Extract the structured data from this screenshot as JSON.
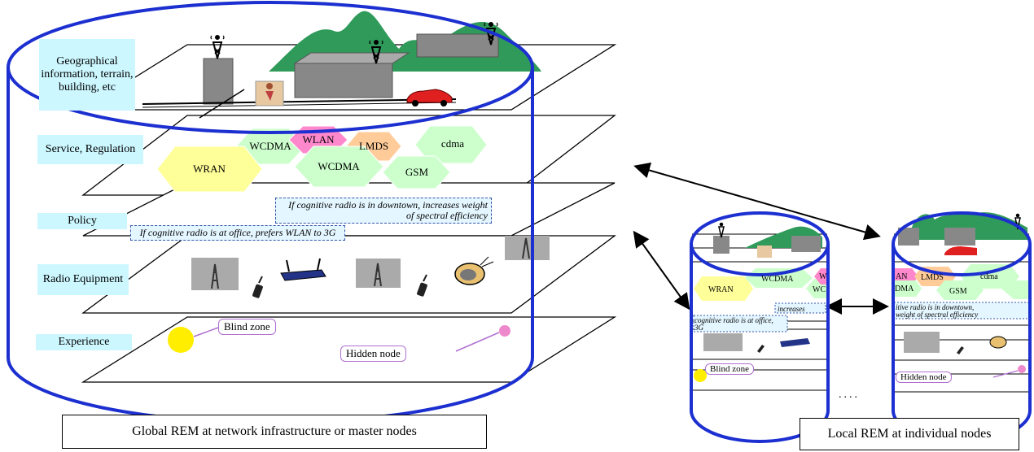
{
  "global_rem": {
    "layer_labels": [
      "Geographical information, terrain, building, etc",
      "Service, Regulation",
      "Policy",
      "Radio Equipment",
      "Experience"
    ],
    "service_cells": [
      "WCDMA",
      "WLAN",
      "LMDS",
      "cdma",
      "WRAN",
      "WCDMA",
      "GSM"
    ],
    "policy_notes": [
      "If cognitive radio is in downtown, increases weight of spectral efficiency",
      "If cognitive radio is at office, prefers WLAN to 3G"
    ],
    "experience_callouts": [
      "Blind zone",
      "Hidden node"
    ],
    "caption": "Global REM at network infrastructure or master nodes"
  },
  "local_rem": {
    "caption": "Local REM at individual nodes",
    "ellipsis": "....",
    "node_a": {
      "cells": [
        "WRAN",
        "WCDMA",
        "WC",
        "W"
      ],
      "policy_fragments": [
        "increases",
        "cognitive radio is at office,",
        "3G"
      ],
      "callout": "Blind zone"
    },
    "node_b": {
      "cells": [
        "AN",
        "LMDS",
        "cdma",
        "DMA",
        "GSM"
      ],
      "policy_fragments": [
        "itive radio is in downtown,",
        "weight of spectral efficiency"
      ],
      "callout": "Hidden node"
    }
  },
  "colors": {
    "cylinder": "#1c2fd0",
    "mountain": "#2f9a5a",
    "building": "#888888",
    "label_bg": "#ccf7ff",
    "wran": "#ffff99",
    "wcdma": "#ccffcc",
    "wlan": "#ff88cc",
    "lmds": "#ffcc99",
    "blind_zone": "#ffee00",
    "hidden_node": "#ee88cc"
  },
  "icons": [
    "antenna-tower-icon",
    "building-icon",
    "mountain-icon",
    "car-icon",
    "person-icon",
    "router-icon",
    "walkie-talkie-icon",
    "tv-icon",
    "cell-tower-photo-icon"
  ]
}
